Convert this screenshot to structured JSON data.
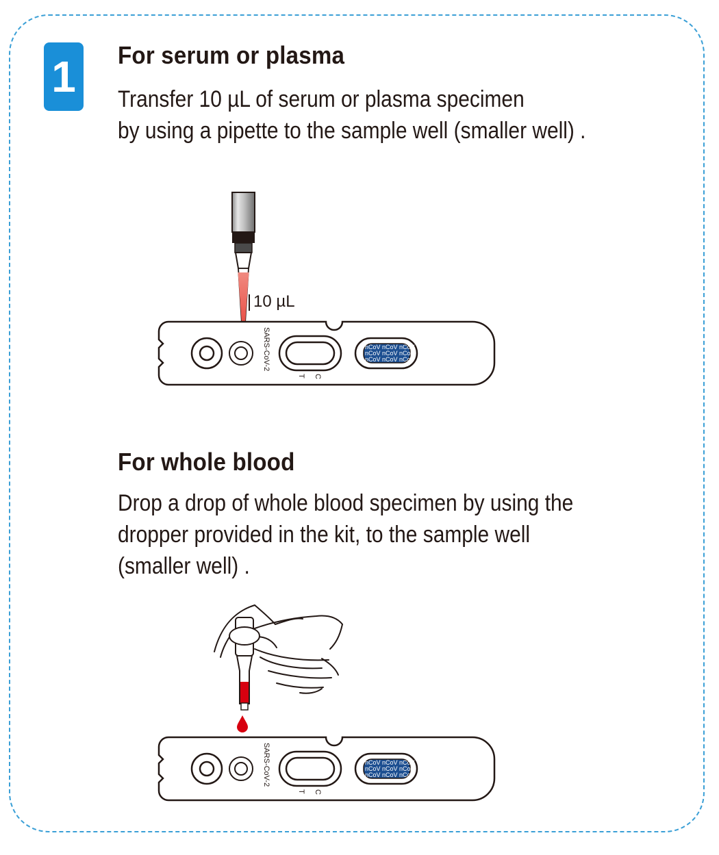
{
  "step": {
    "number": "1"
  },
  "serum_section": {
    "title": "For serum or plasma",
    "lines": [
      "Transfer 10 µL of serum or plasma specimen",
      "by using a pipette to the sample well (smaller well) ."
    ],
    "volume_label": "10 µL"
  },
  "blood_section": {
    "title": "For whole blood",
    "lines": [
      "Drop a drop of whole blood specimen by using the",
      "dropper provided in the kit, to the sample well",
      "(smaller well) ."
    ]
  },
  "cassette": {
    "name": "SARS-CoV-2",
    "marker_c": "C",
    "marker_t": "T",
    "brand_pattern": "nCoV nCoV nCoV"
  },
  "colors": {
    "frame_border": "#3a9fd6",
    "badge": "#1a8fd8",
    "blood": "#d7000f",
    "label_pad": "#1d4f91"
  }
}
